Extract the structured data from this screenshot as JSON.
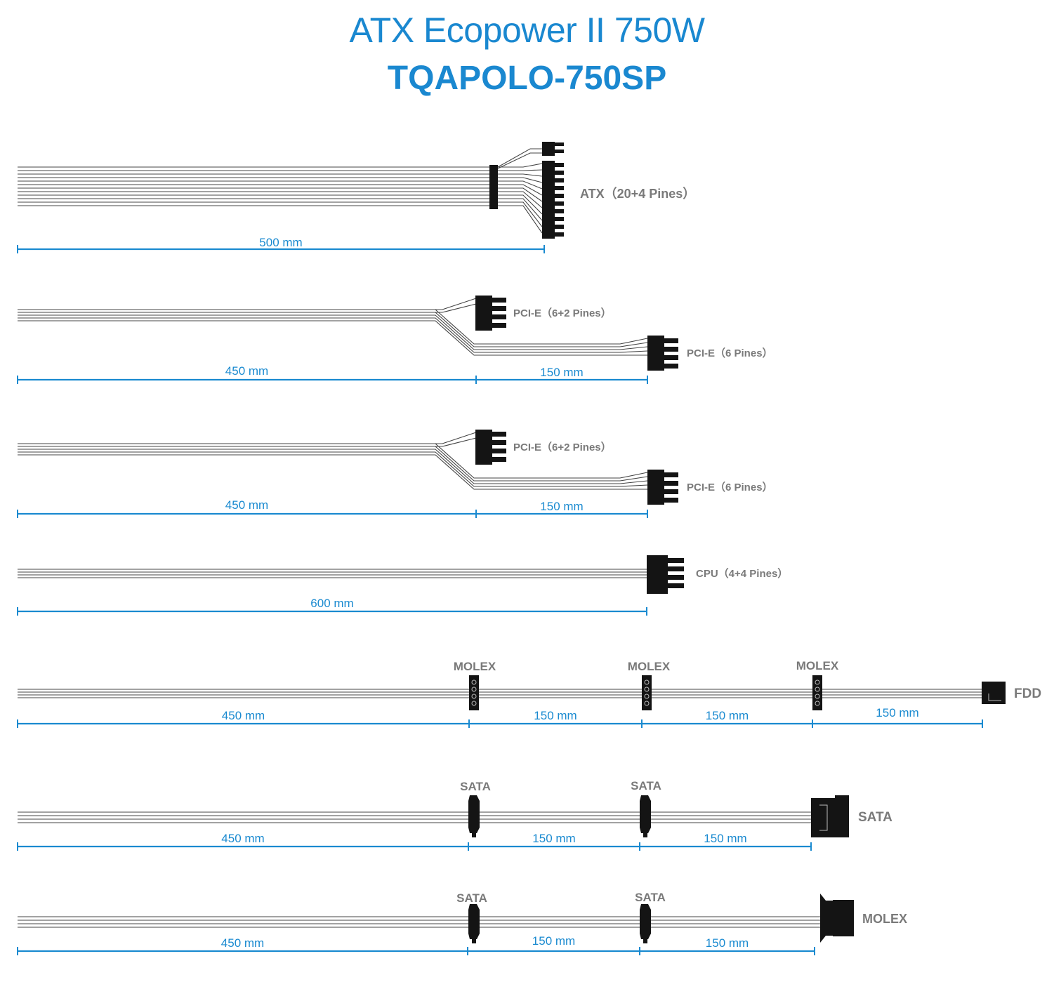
{
  "header": {
    "title": "ATX Ecopower II 750W",
    "model": "TQAPOLO-750SP"
  },
  "cables": [
    {
      "id": "atx",
      "connectors": [
        {
          "label": "ATX（20+4 Pines）"
        }
      ],
      "segments": [
        "500 mm"
      ]
    },
    {
      "id": "pcie-1",
      "connectors": [
        {
          "label": "PCI-E（6+2 Pines）"
        },
        {
          "label": "PCI-E（6 Pines）"
        }
      ],
      "segments": [
        "450 mm",
        "150 mm"
      ]
    },
    {
      "id": "pcie-2",
      "connectors": [
        {
          "label": "PCI-E（6+2 Pines）"
        },
        {
          "label": "PCI-E（6 Pines）"
        }
      ],
      "segments": [
        "450 mm",
        "150 mm"
      ]
    },
    {
      "id": "cpu",
      "connectors": [
        {
          "label": "CPU（4+4 Pines）"
        }
      ],
      "segments": [
        "600 mm"
      ]
    },
    {
      "id": "molex-fdd",
      "connectors": [
        {
          "label": "MOLEX"
        },
        {
          "label": "MOLEX"
        },
        {
          "label": "MOLEX"
        },
        {
          "label": "FDD"
        }
      ],
      "segments": [
        "450 mm",
        "150 mm",
        "150 mm",
        "150 mm"
      ]
    },
    {
      "id": "sata-1",
      "connectors": [
        {
          "label": "SATA"
        },
        {
          "label": "SATA"
        },
        {
          "label": "SATA"
        }
      ],
      "segments": [
        "450 mm",
        "150 mm",
        "150 mm"
      ]
    },
    {
      "id": "sata-molex",
      "connectors": [
        {
          "label": "SATA"
        },
        {
          "label": "SATA"
        },
        {
          "label": "MOLEX"
        }
      ],
      "segments": [
        "450 mm",
        "150 mm",
        "150 mm"
      ]
    }
  ],
  "colors": {
    "accent": "#1a88d0",
    "connector": "#141414",
    "wire": "#444444",
    "label": "#7a7a7a"
  }
}
